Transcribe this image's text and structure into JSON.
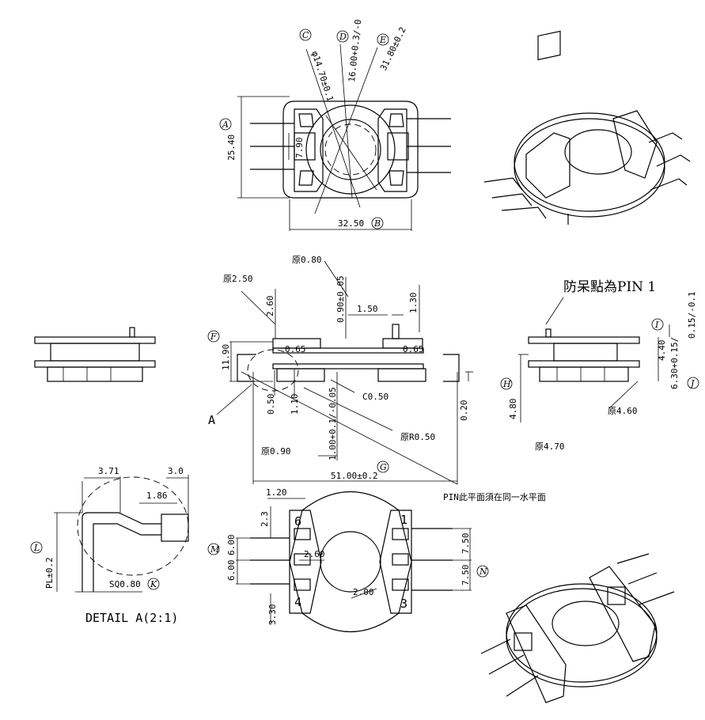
{
  "callouts": {
    "A": "A",
    "B": "B",
    "C": "C",
    "D": "D",
    "E": "E",
    "F": "F",
    "G": "G",
    "H": "H",
    "I": "I",
    "J": "J",
    "K": "K",
    "L": "L",
    "M": "M",
    "N": "N"
  },
  "top_view": {
    "height_dim": "25.40",
    "width_dim": "32.50",
    "window_dim": "7.90",
    "dia_inner": "φ14.70±0.1",
    "dia_mid": "16.00+0.3/-0",
    "dia_outer": "31.80±0.2"
  },
  "front_view": {
    "r_250": "原2.50",
    "r_080": "原0.80",
    "d_260": "2.60",
    "d_090_005": "0.90±0.05",
    "d_150": "1.50",
    "d_130": "1.30",
    "d_1190": "11.90",
    "d_065_left": "0.65",
    "d_065_right": "0.65",
    "d_050": "0.50",
    "d_110": "1.10",
    "d_c050": "C0.50",
    "d_100": "1.00+0.1/-0.05",
    "d_r050": "原R0.50",
    "d_020": "0.20",
    "d_r090": "原0.90",
    "d_5100": "51.00±0.2",
    "detail_label": "A",
    "pin_note": "PIN此平面須在同一水平面"
  },
  "side_view": {
    "pin1_note": "防呆點為PIN 1",
    "d_top": "0.15/-0.1",
    "d_440": "4.40",
    "d_630": "6.30+0.15/",
    "d_r460": "原4.60",
    "d_480": "4.80",
    "d_r470": "原4.70"
  },
  "detail": {
    "d_371": "3.71",
    "d_30": "3.0",
    "d_186": "1.86",
    "pl_label": "PL±0.2",
    "sq_label": "SQ0.80",
    "title": "DETAIL A(2:1)"
  },
  "bottom_view": {
    "d_120": "1.20",
    "d_23": "2.3",
    "d_600a": "6.00",
    "d_600b": "6.00",
    "d_260": "2.60",
    "d_330": "3.30",
    "d_200": "2.00",
    "d_750a": "7.50",
    "d_750b": "7.50",
    "pin1": "1",
    "pin3": "3",
    "pin4": "4",
    "pin6": "6"
  }
}
